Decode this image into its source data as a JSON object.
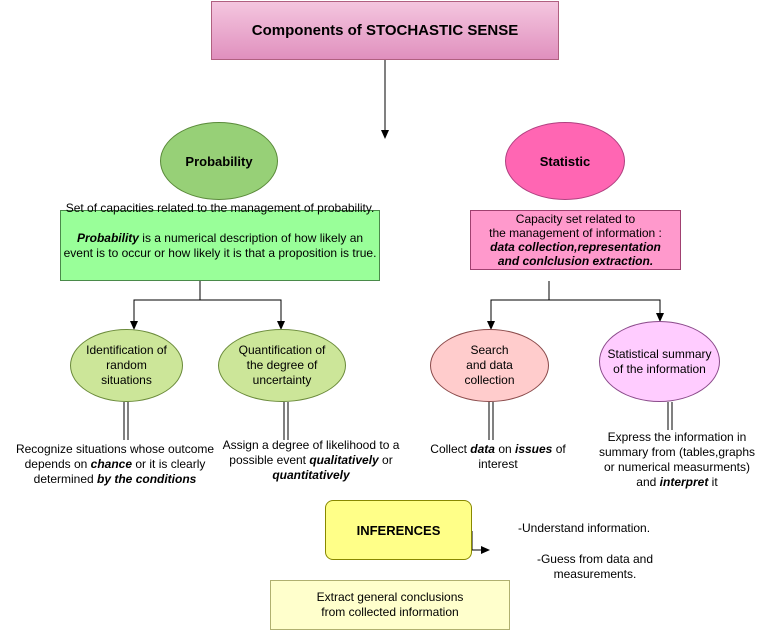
{
  "title": "Components of STOCHASTIC SENSE",
  "colors": {
    "title_fill": "#e8a0c8",
    "probability_fill": "#97d077",
    "probability_box": "#99ff99",
    "probability_child": "#cce699",
    "statistic_fill": "#ff66b3",
    "statistic_box": "#ff99cc",
    "statistic_child": "#ffcccc",
    "inferences_fill": "#ffff88",
    "conclusions_fill": "#ffffcc"
  },
  "probability": {
    "label": "Probability",
    "line1": "Set of capacities related to the management of probability.",
    "def_term": "Probability",
    "def_rest": " is a numerical description of how likely an event is to occur or how likely it is that a proposition is true."
  },
  "statistic": {
    "label": "Statistic",
    "line1": "Capacity set related to",
    "line2": "the management of information :",
    "bold1": "data collection,representation",
    "bold2": "and conlclusion extraction."
  },
  "identification": {
    "label": "Identification of random situations",
    "desc_a": "Recognize situations whose outcome depends on ",
    "desc_b": "chance",
    "desc_c": " or it is clearly determined ",
    "desc_d": "by the conditions"
  },
  "quantification": {
    "label": "Quantification of the degree of uncertainty",
    "desc_a": "Assign a degree of likelihood to a possible event ",
    "desc_b": "qualitatively",
    "desc_c": " or ",
    "desc_d": "quantitatively"
  },
  "search": {
    "label": "Search and data collection",
    "desc_a": "Collect ",
    "desc_b": "data",
    "desc_c": " on ",
    "desc_d": "issues",
    "desc_e": " of interest"
  },
  "summary": {
    "label": "Statistical summary of the information",
    "desc_a": "Express the information in summary from (tables,graphs or numerical measurments) and ",
    "desc_b": "interpret",
    "desc_c": " it"
  },
  "inferences": {
    "label": "INFERENCES",
    "item1": "-Understand information.",
    "item2": "-Guess from data and measurements.",
    "conclusion": "Extract general conclusions from collected information"
  }
}
